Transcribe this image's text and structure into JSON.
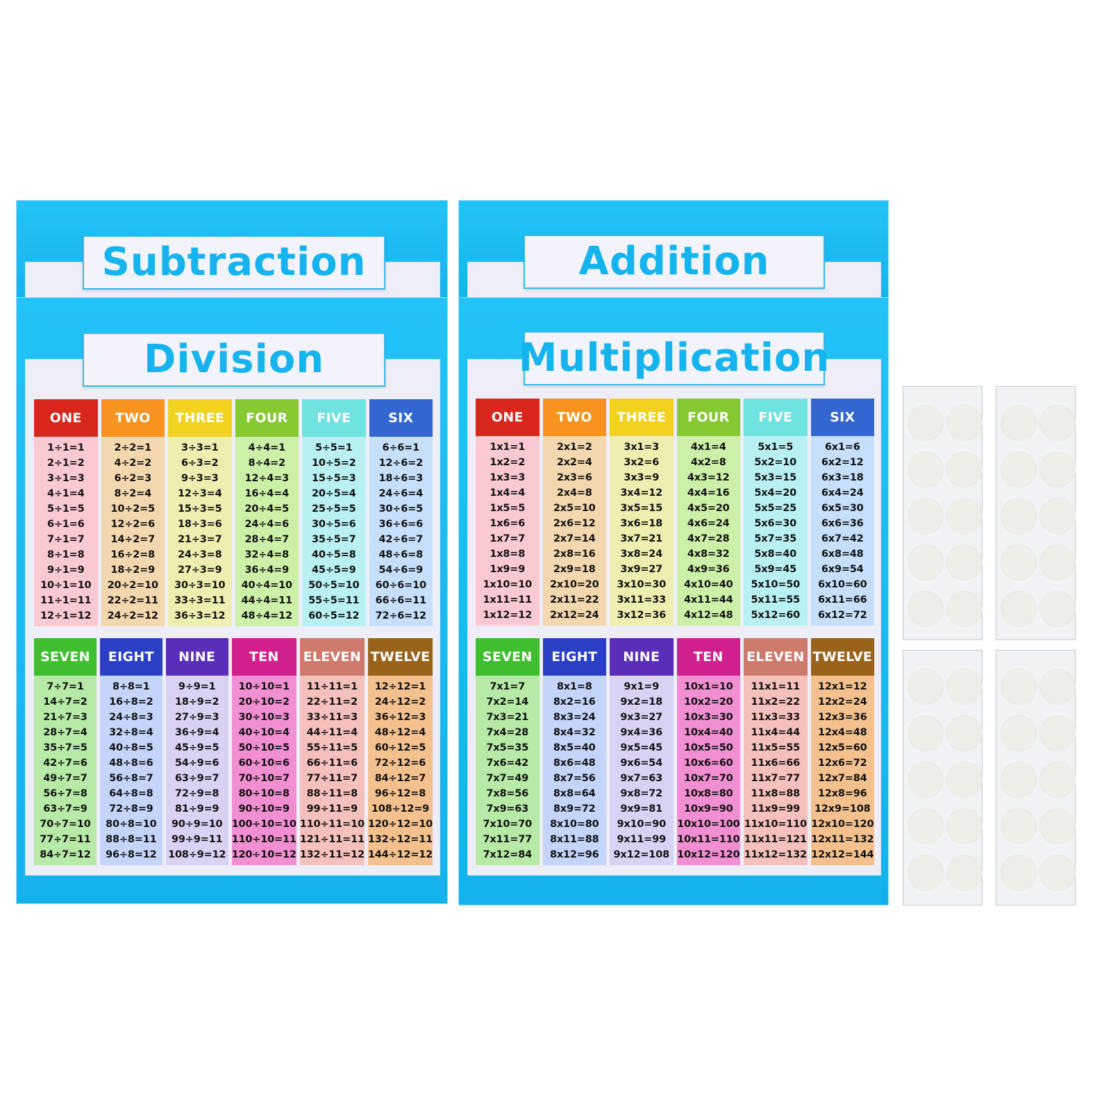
{
  "posters": {
    "subtraction": {
      "title": "Subtraction"
    },
    "addition": {
      "title": "Addition"
    },
    "division": {
      "title": "Division",
      "top_columns": [
        {
          "label": "ONE",
          "head": "#d9261c",
          "body": "#fbc9d2",
          "facts": [
            "1÷1=1",
            "2÷1=2",
            "3÷1=3",
            "4÷1=4",
            "5÷1=5",
            "6÷1=6",
            "7÷1=7",
            "8÷1=8",
            "9÷1=9",
            "10÷1=10",
            "11÷1=11",
            "12÷1=12"
          ]
        },
        {
          "label": "TWO",
          "head": "#f7931e",
          "body": "#f3d7ae",
          "facts": [
            "2÷2=1",
            "4÷2=2",
            "6÷2=3",
            "8÷2=4",
            "10÷2=5",
            "12÷2=6",
            "14÷2=7",
            "16÷2=8",
            "18÷2=9",
            "20÷2=10",
            "22÷2=11",
            "24÷2=12"
          ]
        },
        {
          "label": "THREE",
          "head": "#f2d21f",
          "body": "#eeeeb0",
          "facts": [
            "3÷3=1",
            "6÷3=2",
            "9÷3=3",
            "12÷3=4",
            "15÷3=5",
            "18÷3=6",
            "21÷3=7",
            "24÷3=8",
            "27÷3=9",
            "30÷3=10",
            "33÷3=11",
            "36÷3=12"
          ]
        },
        {
          "label": "FOUR",
          "head": "#86c930",
          "body": "#cdf0a8",
          "facts": [
            "4÷4=1",
            "8÷4=2",
            "12÷4=3",
            "16÷4=4",
            "20÷4=5",
            "24÷4=6",
            "28÷4=7",
            "32÷4=8",
            "36÷4=9",
            "40÷4=10",
            "44÷4=11",
            "48÷4=12"
          ]
        },
        {
          "label": "FIVE",
          "head": "#6fe3e0",
          "body": "#b9f1f3",
          "facts": [
            "5÷5=1",
            "10÷5=2",
            "15÷5=3",
            "20÷5=4",
            "25÷5=5",
            "30÷5=6",
            "35÷5=7",
            "40÷5=8",
            "45÷5=9",
            "50÷5=10",
            "55÷5=11",
            "60÷5=12"
          ]
        },
        {
          "label": "SIX",
          "head": "#3366d1",
          "body": "#c6e0fb",
          "facts": [
            "6÷6=1",
            "12÷6=2",
            "18÷6=3",
            "24÷6=4",
            "30÷6=5",
            "36÷6=6",
            "42÷6=7",
            "48÷6=8",
            "54÷6=9",
            "60÷6=10",
            "66÷6=11",
            "72÷6=12"
          ]
        }
      ],
      "bottom_columns": [
        {
          "label": "SEVEN",
          "head": "#3fbf2f",
          "body": "#b6eaa6",
          "facts": [
            "7÷7=1",
            "14÷7=2",
            "21÷7=3",
            "28÷7=4",
            "35÷7=5",
            "42÷7=6",
            "49÷7=7",
            "56÷7=8",
            "63÷7=9",
            "70÷7=10",
            "77÷7=11",
            "84÷7=12"
          ]
        },
        {
          "label": "EIGHT",
          "head": "#2a3fc4",
          "body": "#c4d4fa",
          "facts": [
            "8÷8=1",
            "16÷8=2",
            "24÷8=3",
            "32÷8=4",
            "40÷8=5",
            "48÷8=6",
            "56÷8=7",
            "64÷8=8",
            "72÷8=9",
            "80÷8=10",
            "88÷8=11",
            "96÷8=12"
          ]
        },
        {
          "label": "NINE",
          "head": "#5a2eb8",
          "body": "#d9d2f5",
          "facts": [
            "9÷9=1",
            "18÷9=2",
            "27÷9=3",
            "36÷9=4",
            "45÷9=5",
            "54÷9=6",
            "63÷9=7",
            "72÷9=8",
            "81÷9=9",
            "90÷9=10",
            "99÷9=11",
            "108÷9=12"
          ]
        },
        {
          "label": "TEN",
          "head": "#d21f8e",
          "body": "#f28fd2",
          "facts": [
            "10÷10=1",
            "20÷10=2",
            "30÷10=3",
            "40÷10=4",
            "50÷10=5",
            "60÷10=6",
            "70÷10=7",
            "80÷10=8",
            "90÷10=9",
            "100÷10=10",
            "110÷10=11",
            "120÷10=12"
          ]
        },
        {
          "label": "ELEVEN",
          "head": "#cd7a6c",
          "body": "#f6c1bc",
          "facts": [
            "11÷11=1",
            "22÷11=2",
            "33÷11=3",
            "44÷11=4",
            "55÷11=5",
            "66÷11=6",
            "77÷11=7",
            "88÷11=8",
            "99÷11=9",
            "110÷11=10",
            "121÷11=11",
            "132÷11=12"
          ]
        },
        {
          "label": "TWELVE",
          "head": "#9a631c",
          "body": "#f4c18e",
          "facts": [
            "12÷12=1",
            "24÷12=2",
            "36÷12=3",
            "48÷12=4",
            "60÷12=5",
            "72÷12=6",
            "84÷12=7",
            "96÷12=8",
            "108÷12=9",
            "120÷12=10",
            "132÷12=11",
            "144÷12=12"
          ]
        }
      ]
    },
    "multiplication": {
      "title": "Multiplication",
      "top_columns": [
        {
          "label": "ONE",
          "head": "#d9261c",
          "body": "#fbc9d2",
          "facts": [
            "1x1=1",
            "1x2=2",
            "1x3=3",
            "1x4=4",
            "1x5=5",
            "1x6=6",
            "1x7=7",
            "1x8=8",
            "1x9=9",
            "1x10=10",
            "1x11=11",
            "1x12=12"
          ]
        },
        {
          "label": "TWO",
          "head": "#f7931e",
          "body": "#f3d7ae",
          "facts": [
            "2x1=2",
            "2x2=4",
            "2x3=6",
            "2x4=8",
            "2x5=10",
            "2x6=12",
            "2x7=14",
            "2x8=16",
            "2x9=18",
            "2x10=20",
            "2x11=22",
            "2x12=24"
          ]
        },
        {
          "label": "THREE",
          "head": "#f2d21f",
          "body": "#eeeeb0",
          "facts": [
            "3x1=3",
            "3x2=6",
            "3x3=9",
            "3x4=12",
            "3x5=15",
            "3x6=18",
            "3x7=21",
            "3x8=24",
            "3x9=27",
            "3x10=30",
            "3x11=33",
            "3x12=36"
          ]
        },
        {
          "label": "FOUR",
          "head": "#86c930",
          "body": "#cdf0a8",
          "facts": [
            "4x1=4",
            "4x2=8",
            "4x3=12",
            "4x4=16",
            "4x5=20",
            "4x6=24",
            "4x7=28",
            "4x8=32",
            "4x9=36",
            "4x10=40",
            "4x11=44",
            "4x12=48"
          ]
        },
        {
          "label": "FIVE",
          "head": "#6fe3e0",
          "body": "#b9f1f3",
          "facts": [
            "5x1=5",
            "5x2=10",
            "5x3=15",
            "5x4=20",
            "5x5=25",
            "5x6=30",
            "5x7=35",
            "5x8=40",
            "5x9=45",
            "5x10=50",
            "5x11=55",
            "5x12=60"
          ]
        },
        {
          "label": "SIX",
          "head": "#3366d1",
          "body": "#c6e0fb",
          "facts": [
            "6x1=6",
            "6x2=12",
            "6x3=18",
            "6x4=24",
            "6x5=30",
            "6x6=36",
            "6x7=42",
            "6x8=48",
            "6x9=54",
            "6x10=60",
            "6x11=66",
            "6x12=72"
          ]
        }
      ],
      "bottom_columns": [
        {
          "label": "SEVEN",
          "head": "#3fbf2f",
          "body": "#b6eaa6",
          "facts": [
            "7x1=7",
            "7x2=14",
            "7x3=21",
            "7x4=28",
            "7x5=35",
            "7x6=42",
            "7x7=49",
            "7x8=56",
            "7x9=63",
            "7x10=70",
            "7x11=77",
            "7x12=84"
          ]
        },
        {
          "label": "EIGHT",
          "head": "#2a3fc4",
          "body": "#c4d4fa",
          "facts": [
            "8x1=8",
            "8x2=16",
            "8x3=24",
            "8x4=32",
            "8x5=40",
            "8x6=48",
            "8x7=56",
            "8x8=64",
            "8x9=72",
            "8x10=80",
            "8x11=88",
            "8x12=96"
          ]
        },
        {
          "label": "NINE",
          "head": "#5a2eb8",
          "body": "#d9d2f5",
          "facts": [
            "9x1=9",
            "9x2=18",
            "9x3=27",
            "9x4=36",
            "9x5=45",
            "9x6=54",
            "9x7=63",
            "9x8=72",
            "9x9=81",
            "9x10=90",
            "9x11=99",
            "9x12=108"
          ]
        },
        {
          "label": "TEN",
          "head": "#d21f8e",
          "body": "#f28fd2",
          "facts": [
            "10x1=10",
            "10x2=20",
            "10x3=30",
            "10x4=40",
            "10x5=50",
            "10x6=60",
            "10x7=70",
            "10x8=80",
            "10x9=90",
            "10x10=100",
            "10x11=110",
            "10x12=120"
          ]
        },
        {
          "label": "ELEVEN",
          "head": "#cd7a6c",
          "body": "#f6c1bc",
          "facts": [
            "11x1=11",
            "11x2=22",
            "11x3=33",
            "11x4=44",
            "11x5=55",
            "11x6=66",
            "11x7=77",
            "11x8=88",
            "11x9=99",
            "11x10=110",
            "11x11=121",
            "11x12=132"
          ]
        },
        {
          "label": "TWELVE",
          "head": "#9a631c",
          "body": "#f4c18e",
          "facts": [
            "12x1=12",
            "12x2=24",
            "12x3=36",
            "12x4=48",
            "12x5=60",
            "12x6=72",
            "12x7=84",
            "12x8=96",
            "12x9=108",
            "12x10=120",
            "12x11=132",
            "12x12=144"
          ]
        }
      ]
    }
  },
  "colors": {
    "poster_blue": "#1cbaf2",
    "title_text": "#16b4ee"
  },
  "dot_sheets": {
    "count": 4,
    "dots_per_sheet": 10
  }
}
